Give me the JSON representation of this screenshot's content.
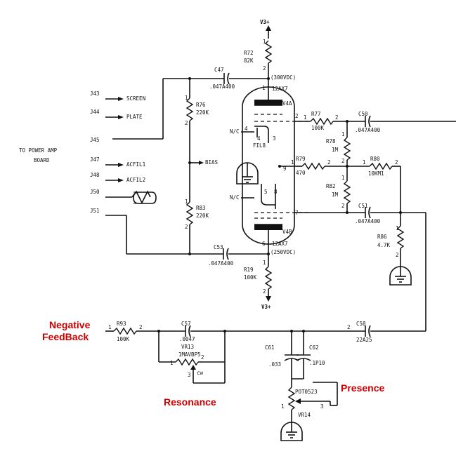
{
  "supply": {
    "top": "V3+",
    "bottom": "V3+"
  },
  "voltages": {
    "v4a_plate": "(300VDC)",
    "v4b_plate": "(250VDC)"
  },
  "tubes": {
    "v4a_name": "V4A",
    "v4a_type": "12AX7",
    "v4b_name": "V4B",
    "v4b_type": "12AX7",
    "fil": "FIL8"
  },
  "connectors": {
    "j43": "J43",
    "j43_label": "SCREEN",
    "j44": "J44",
    "j44_label": "PLATE",
    "j45": "J45",
    "j47": "J47",
    "j47_label": "ACFIL1",
    "j48": "J48",
    "j48_label": "ACFIL2",
    "j50": "J50",
    "j51": "J51",
    "bias": "BIAS",
    "power_board_1": "TO POWER AMP",
    "power_board_2": "BOARD"
  },
  "resistors": {
    "r72": "R72",
    "r72_val": "82K",
    "r76": "R76",
    "r76_val": "220K",
    "r83": "R83",
    "r83_val": "220K",
    "r19": "R19",
    "r19_val": "100K",
    "r77": "R77",
    "r77_val": "100K",
    "r78": "R78",
    "r78_val": "1M",
    "r79": "R79",
    "r79_val": "470",
    "r80": "R80",
    "r80_val": "10KM1",
    "r82": "R82",
    "r82_val": "1M",
    "r86": "R86",
    "r86_val": "4.7K",
    "r93": "R93",
    "r93_val": "100K"
  },
  "capacitors": {
    "c47": "C47",
    "c47_val": ".047A400",
    "c53": "C53",
    "c53_val": ".047A400",
    "c50": "C50",
    "c50_val": ".047A400",
    "c51": "C51",
    "c51_val": ".047A400",
    "c57": "C57",
    "c57_val": ".0047",
    "c58": "C58",
    "c58_val": "22A25",
    "c61": "C61",
    "c61_val": ".033",
    "c62": "C62",
    "c62_val": ".1P10"
  },
  "pots": {
    "vr13": "VR13",
    "vr13_val": "1MAVBP5",
    "vr13_cw": "cw",
    "vr14": "VR14",
    "vr14_val": "POT0523"
  },
  "nc": {
    "top": "N/C",
    "bottom": "N/C"
  },
  "pins": {
    "p1": "1",
    "p2": "2",
    "p3": "3",
    "p4": "4",
    "p5": "5",
    "p6": "6",
    "p7": "7",
    "p8": "8",
    "p9": "9",
    "p1a": "1"
  },
  "annotations": {
    "negative_feedback_1": "Negative",
    "negative_feedback_2": "FeedBack",
    "resonance": "Resonance",
    "presence": "Presence"
  },
  "colors": {
    "annotation": "#cc0000",
    "ink": "#111111"
  }
}
